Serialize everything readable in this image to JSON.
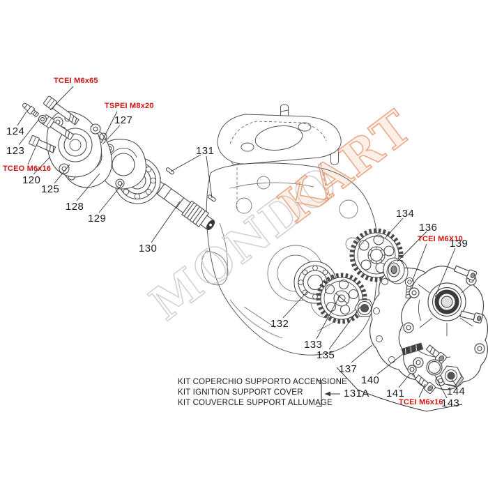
{
  "diagram_type": "exploded-parts-diagram",
  "colors": {
    "label_red": "#cf1512",
    "line_art": "#4a4a4a",
    "label_text": "#1b1b1b",
    "watermark_gray": "#c8c8c8",
    "watermark_orange": "#e8956a"
  },
  "watermark": {
    "gray_text": "MONDO",
    "orange_text": "KART"
  },
  "part_labels": {
    "p120": "120",
    "p123": "123",
    "p124": "124",
    "p125": "125",
    "p127": "127",
    "p128": "128",
    "p129": "129",
    "p130": "130",
    "p131": "131",
    "p131a": "131A",
    "p132": "132",
    "p133": "133",
    "p134": "134",
    "p135": "135",
    "p136": "136",
    "p137": "137",
    "p139": "139",
    "p140": "140",
    "p141": "141",
    "p143": "143",
    "p144": "144"
  },
  "fastener_labels": {
    "tcei_m6x65": "TCEI M6x65",
    "tspei_m8x20": "TSPEI M8x20",
    "tceo_m6x16": "TCEO M6x16",
    "tcei_m6x10": "TCEI M6X10",
    "tcei_m6x16": "TCEI M6x16"
  },
  "kit_note": {
    "line_italian": "KIT COPERCHIO SUPPORTO ACCENSIONE",
    "line_english": "KIT IGNITION SUPPORT COVER",
    "line_french": "KIT COUVERCLE SUPPORT ALLUMAGE"
  }
}
